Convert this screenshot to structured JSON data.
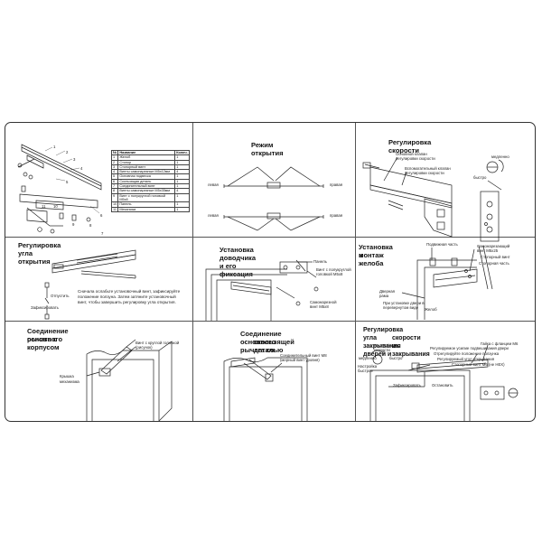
{
  "parts_table": {
    "headers": [
      "№",
      "Название",
      "Колич."
    ],
    "rows": [
      [
        "1",
        "Желоб",
        "1"
      ],
      [
        "2",
        "Стопор",
        "1"
      ],
      [
        "3",
        "Стопорный винт",
        "1"
      ],
      [
        "4",
        "Винты самонарезные M5x12мм",
        "4"
      ],
      [
        "5",
        "Основная подвеска",
        "1"
      ],
      [
        "6",
        "Скользящая деталь",
        "1"
      ],
      [
        "7",
        "Соединительный винт",
        "1"
      ],
      [
        "8",
        "Винты самонарезные M5x35мм",
        "4"
      ],
      [
        "9",
        "Винт с полукруглой головкой M5x8",
        "1"
      ],
      [
        "10",
        "Панель",
        "1"
      ],
      [
        "11",
        "Механизм",
        "1"
      ]
    ]
  },
  "callout_numbers": [
    "1",
    "2",
    "3",
    "4",
    "5",
    "6",
    "7",
    "8",
    "9",
    "10",
    "11"
  ],
  "panels": {
    "opening_mode": {
      "title": "Режим открытия",
      "left_label": "левая",
      "right_label": "правая"
    },
    "speed_adjust": {
      "title": "Регулировка скорости",
      "valve_main": "Основной клапан регулировки скорости",
      "valve_aux": "Вспомогательный клапан регулировки скорости",
      "slow": "медленно",
      "fast": "быстро"
    },
    "angle_adjust": {
      "title": "Регулировка угла открытия",
      "release": "Отпустить",
      "fix": "Зафиксировать",
      "text": "Сначала ослабьте установочный винт, зафиксируйте положение ползуна. Затем затяните установочный винт, чтобы завершить регулировку угла открытия."
    },
    "closer_install": {
      "title": "Установка доводчика и его фиксация",
      "panel": "Панель",
      "screw_round": "Винт с полукруглой головкой M5x8",
      "screw_self": "Самонарезной винт M5x8"
    },
    "track_install": {
      "title_line1": "Установка и",
      "title_line2": "монтаж желоба",
      "sliding": "Подвижная часть",
      "self_screw": "Самонарезающий винт M5x25",
      "stop_screw": "Стопорный винт",
      "stop_part": "Стопорная часть",
      "door_frame": "Дверная рама",
      "install_note": "При установке двери в перевернутом виде",
      "track": "Желоб"
    },
    "main_arm_body": {
      "title_line1": "Соединение основного",
      "title_line2": "рычага с корпусом",
      "screw_round": "Винт с круглой головкой (рисунок)",
      "cover_line1": "Крышка",
      "cover_line2": "механизма"
    },
    "main_arm_slide": {
      "title_line1": "Соединение основного рычага со",
      "title_line2": "скользящей деталью",
      "connect_screw": "Соединительный винт M8 (мерный винт уровня)"
    },
    "closing_angle": {
      "title_line1": "Регулировка угла закрывания дверей и",
      "title_line2": "скорости их закрывания",
      "speed_adjust": "Настройка скорости",
      "slow": "медленно",
      "fast": "быстро",
      "setting_slow": "Настройка быстрое",
      "nut": "Гайка с фланцем M6",
      "force": "Регулируемое усилие подвешивания двери",
      "release_pos": "Отрегулируйте положение ползунка",
      "angle": "Регулируемый угол открывания",
      "stop_screw": "Стопорный винт M6 (не HEX)",
      "fix": "Зафиксировать",
      "stop": "Остановить"
    }
  }
}
